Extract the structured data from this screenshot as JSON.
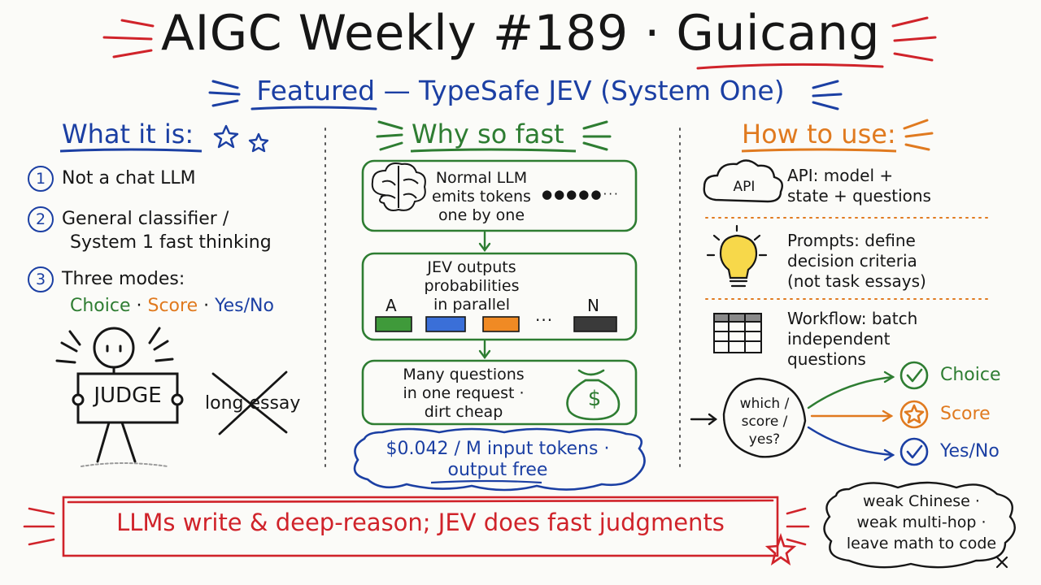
{
  "header": {
    "title_prefix": "AIGC Weekly #189 · ",
    "title_name": "Guicang",
    "featured_label": "Featured",
    "featured_rest": " — TypeSafe JEV (System One)"
  },
  "what_it_is": {
    "heading": "What it is:",
    "items": [
      {
        "num": "1",
        "lines": [
          "Not a chat LLM"
        ]
      },
      {
        "num": "2",
        "lines": [
          "General classifier /",
          "System 1 fast thinking"
        ]
      },
      {
        "num": "3",
        "lines": [
          "Three modes:"
        ]
      }
    ],
    "modes": [
      "Choice",
      "Score",
      "Yes/No"
    ],
    "mode_separator": " · ",
    "judge_sign": "JUDGE",
    "long_essay": "long essay"
  },
  "why_fast": {
    "heading": "Why so fast",
    "box1": {
      "lines": [
        "Normal LLM",
        "emits tokens",
        "one by one"
      ],
      "dots": "●●●●●···"
    },
    "box2": {
      "lines": [
        "JEV outputs",
        "probabilities",
        "in parallel"
      ],
      "first_label": "A",
      "last_label": "N",
      "ellipsis": "···"
    },
    "box3": {
      "lines": [
        "Many questions",
        "in one request ·",
        "dirt cheap"
      ],
      "money_symbol": "$"
    },
    "price": {
      "lines": [
        "$0.042 / M input tokens ·",
        "output free"
      ]
    }
  },
  "how_to_use": {
    "heading": "How to use:",
    "api_icon_label": "API",
    "steps": [
      {
        "icon": "api-cloud-icon",
        "lines": [
          "API: model +",
          "state + questions"
        ]
      },
      {
        "icon": "lightbulb-icon",
        "lines": [
          "Prompts: define",
          "decision criteria",
          "(not task essays)"
        ]
      },
      {
        "icon": "table-icon",
        "lines": [
          "Workflow: batch",
          "independent",
          "questions"
        ]
      }
    ],
    "router_lines": [
      "which /",
      "score /",
      "yes?"
    ],
    "outputs": [
      {
        "label": "Choice",
        "color": "#2e7d32",
        "icon": "check-circle-icon"
      },
      {
        "label": "Score",
        "color": "#e07a1f",
        "icon": "star-circle-icon"
      },
      {
        "label": "Yes/No",
        "color": "#1b3fa3",
        "icon": "check-circle-icon"
      }
    ]
  },
  "footer": {
    "banner": "LLMs write & deep-reason; JEV does fast judgments",
    "caveats": [
      "weak Chinese ·",
      "weak multi-hop ·",
      "leave math to code"
    ]
  },
  "colors": {
    "ink": "#161616",
    "blue": "#1b3fa3",
    "green": "#2e7d32",
    "orange": "#e07a1f",
    "red": "#d0232a",
    "bar_green": "#3f9a3a",
    "bar_blue": "#3a6fd8",
    "bar_orange": "#f08a24",
    "bar_black": "#3a3a3a"
  }
}
